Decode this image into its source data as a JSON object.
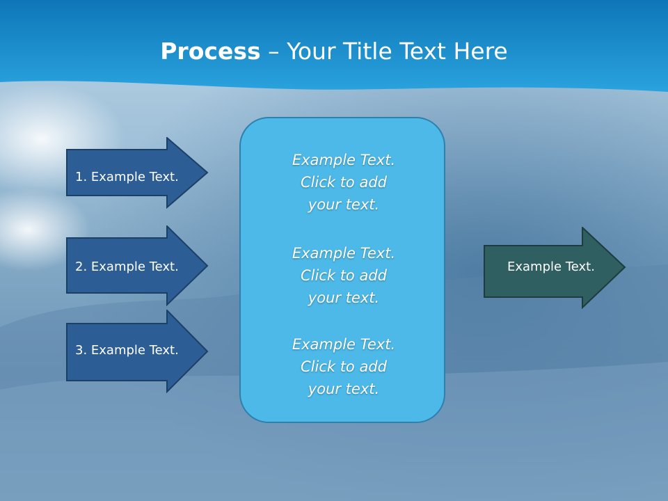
{
  "slide": {
    "title_bold": "Process",
    "title_rest": " – Your Title Text Here"
  },
  "left_arrows": [
    {
      "label": "1. Example Text."
    },
    {
      "label": "2. Example Text."
    },
    {
      "label": "3. Example Text."
    }
  ],
  "center_box": {
    "paragraphs": [
      {
        "line1": "Example Text.",
        "line2": "Click  to add",
        "line3": "your text."
      },
      {
        "line1": "Example Text.",
        "line2": "Click  to add",
        "line3": "your text."
      },
      {
        "line1": "Example Text.",
        "line2": "Click  to add",
        "line3": "your text."
      }
    ]
  },
  "right_arrow": {
    "label": "Example Text."
  },
  "colors": {
    "header_blue": "#1a8fd0",
    "left_arrow_fill": "#2c5d95",
    "right_arrow_fill": "#2f5f60",
    "center_box_fill": "#4db9e8"
  }
}
